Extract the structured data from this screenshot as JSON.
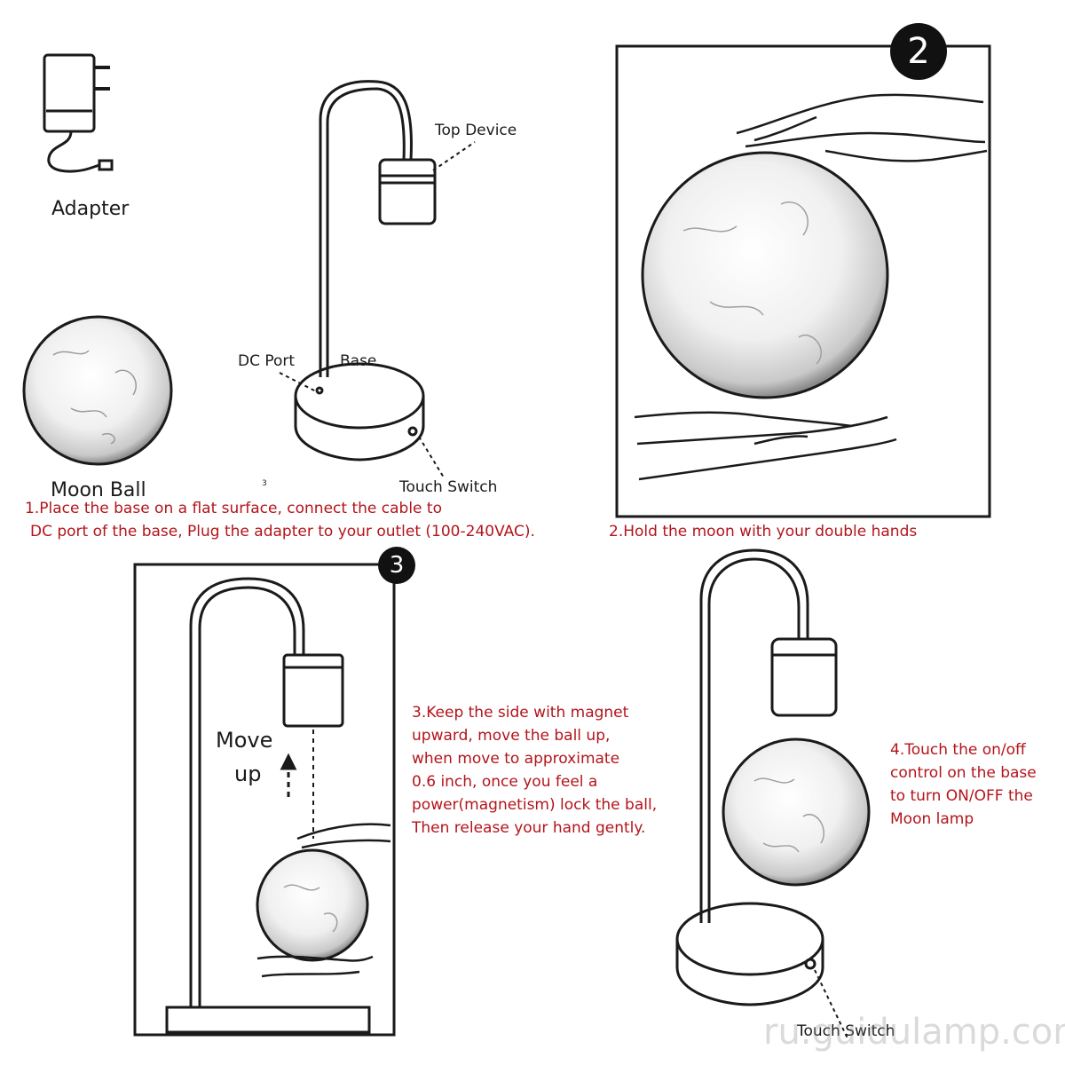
{
  "parts": {
    "adapter": "Adapter",
    "top_device": "Top Device",
    "dc_port": "DC Port",
    "base": "Base",
    "touch_switch": "Touch Switch",
    "moon_ball": "Moon Ball",
    "stray_mark": "3"
  },
  "steps": {
    "step1": {
      "lines": [
        "1.Place the base on a flat surface, connect the cable to",
        "DC port of the base, Plug the adapter to your outlet (100-240VAC)."
      ]
    },
    "step2": {
      "badge": "2",
      "caption": "2.Hold the moon with your double hands"
    },
    "step3": {
      "badge": "3",
      "move_up_line1": "Move",
      "move_up_line2": "up",
      "lines": [
        "3.Keep the side with magnet",
        "upward, move the ball up,",
        "when move to approximate",
        "0.6 inch, once you feel a",
        "power(magnetism) lock the ball,",
        "Then release your hand gently."
      ]
    },
    "step4": {
      "lines": [
        "4.Touch the on/off",
        "control on the base",
        "to turn ON/OFF the",
        "Moon lamp"
      ],
      "touch_switch": "Touch Switch"
    }
  },
  "watermark": "ru.guidulamp.com",
  "colors": {
    "instruction_text": "#b3141b",
    "line_art": "#1a1a1a",
    "badge": "#111111"
  }
}
